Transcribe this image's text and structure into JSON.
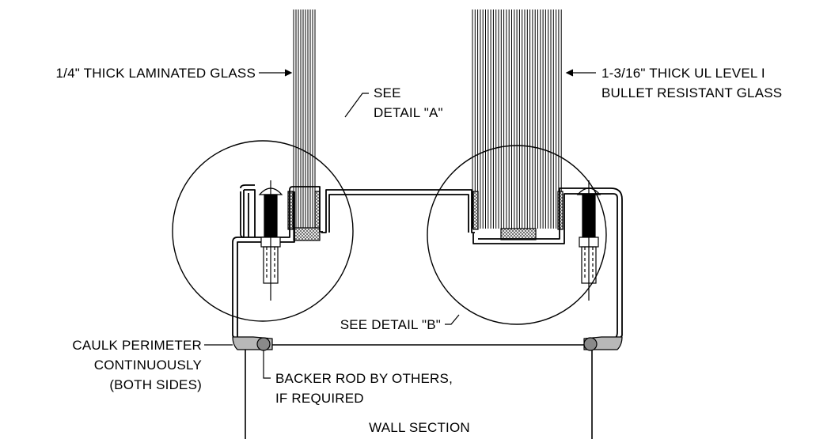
{
  "labels": {
    "laminated_glass": "1/4\" THICK LAMINATED GLASS",
    "bullet_glass_line1": "1-3/16\" THICK UL LEVEL I",
    "bullet_glass_line2": "BULLET RESISTANT GLASS",
    "detail_a_line1": "SEE",
    "detail_a_line2": "DETAIL \"A\"",
    "detail_b": "SEE DETAIL \"B\"",
    "caulk_line1": "CAULK PERIMETER",
    "caulk_line2": "CONTINUOUSLY",
    "caulk_line3": "(BOTH SIDES)",
    "backer_line1": "BACKER ROD BY OTHERS,",
    "backer_line2": "IF REQUIRED",
    "wall_section": "WALL SECTION"
  },
  "colors": {
    "line": "#000000",
    "background": "#ffffff",
    "hatch": "#555555"
  }
}
